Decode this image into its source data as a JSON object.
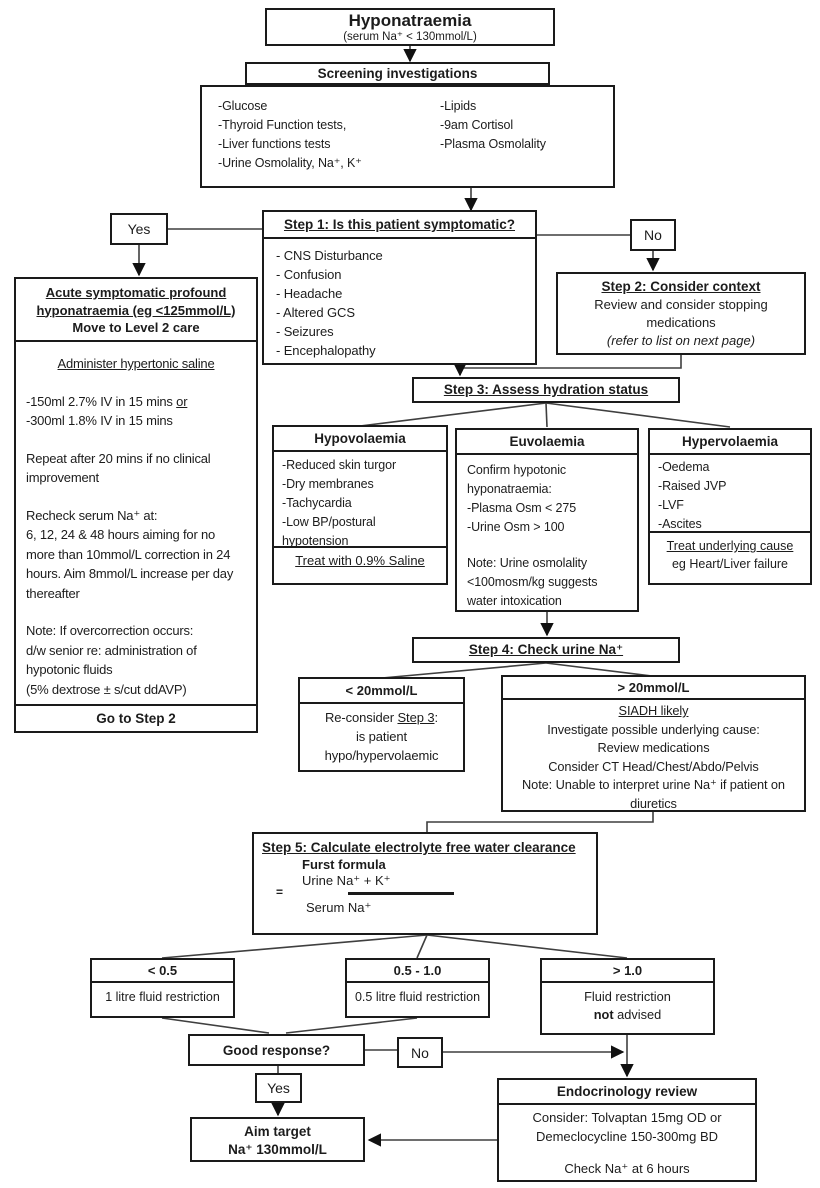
{
  "title": {
    "heading": "Hyponatraemia",
    "subheading": "(serum Na⁺ < 130mmol/L)"
  },
  "screening": {
    "header": "Screening investigations",
    "left": [
      "-Glucose",
      "-Thyroid Function tests,",
      "-Liver functions tests",
      "-Urine Osmolality, Na⁺, K⁺"
    ],
    "right": [
      "-Lipids",
      "-9am Cortisol",
      "-Plasma Osmolality"
    ]
  },
  "labels": {
    "yes": "Yes",
    "no": "No"
  },
  "step1": {
    "header": "Step 1: Is this patient symptomatic?",
    "items": [
      "- CNS Disturbance",
      "- Confusion",
      "- Headache",
      "- Altered GCS",
      "- Seizures",
      "- Encephalopathy"
    ]
  },
  "acute": {
    "header_main": "Acute symptomatic profound hyponatraemia (eg <125mmol/L)",
    "header_sub": "Move to Level 2 care",
    "admin": "Administer hypertonic saline",
    "dose1": "-150ml 2.7% IV in 15 mins",
    "dose1_or": "or",
    "dose2": "-300ml 1.8% IV in 15 mins",
    "repeat": "Repeat after 20 mins if no clinical improvement",
    "recheck1": "Recheck serum Na⁺ at:",
    "recheck2": "6, 12, 24 & 48 hours aiming for no more than 10mmol/L correction in 24 hours. Aim 8mmol/L increase per day thereafter",
    "note1": "Note: If overcorrection occurs:",
    "note2": "d/w senior re: administration of hypotonic fluids",
    "note3": "(5% dextrose ± s/cut ddAVP)",
    "footer": "Go to Step 2"
  },
  "step2": {
    "header": "Step 2: Consider context",
    "body": "Review and consider stopping medications",
    "note": "(refer to list on next page)"
  },
  "step3": {
    "header": "Step 3: Assess hydration status"
  },
  "hypovolaemia": {
    "header": "Hypovolaemia",
    "items": [
      "-Reduced skin turgor",
      "-Dry membranes",
      "-Tachycardia",
      "-Low BP/postural hypotension"
    ],
    "footer": "Treat with 0.9% Saline"
  },
  "euvolaemia": {
    "header": "Euvolaemia",
    "intro": "Confirm hypotonic hyponatraemia:",
    "items": [
      "-Plasma Osm < 275",
      "-Urine Osm > 100"
    ],
    "note": "Note: Urine osmolality <100mosm/kg suggests water intoxication"
  },
  "hypervolaemia": {
    "header": "Hypervolaemia",
    "items": [
      "-Oedema",
      "-Raised JVP",
      "-LVF",
      "-Ascites"
    ],
    "footer1": "Treat underlying cause",
    "footer2": "eg Heart/Liver failure"
  },
  "step4": {
    "header": "Step 4: Check urine Na⁺"
  },
  "urine_low": {
    "header": "< 20mmol/L",
    "l1a": "Re-consider ",
    "l1b": "Step 3",
    "l1c": ":",
    "l2": "is patient",
    "l3": "hypo/hypervolaemic"
  },
  "urine_high": {
    "header": "> 20mmol/L",
    "l1": "SIADH likely",
    "l2": "Investigate possible underlying cause:",
    "l3": "Review medications",
    "l4": "Consider CT Head/Chest/Abdo/Pelvis",
    "l5": "Note: Unable to interpret urine Na⁺ if patient on diuretics"
  },
  "step5": {
    "header": "Step 5: Calculate electrolyte free water clearance",
    "formula_label": "Furst formula",
    "numerator": "Urine Na⁺ + K⁺",
    "equals": "=",
    "denominator": "Serum Na⁺"
  },
  "results": [
    {
      "header": "< 0.5",
      "body": "1 litre fluid restriction"
    },
    {
      "header": "0.5 - 1.0",
      "body": "0.5 litre fluid restriction"
    },
    {
      "header": "> 1.0",
      "body_a": "Fluid restriction",
      "body_b": "not",
      "body_c": " advised"
    }
  ],
  "good_response": "Good response?",
  "aim": {
    "l1": "Aim target",
    "l2": "Na⁺ 130mmol/L"
  },
  "endo": {
    "header": "Endocrinology review",
    "l1": "Consider: Tolvaptan 15mg OD or",
    "l2": "Demeclocycline 150-300mg BD",
    "l3": "Check Na⁺  at 6 hours"
  }
}
